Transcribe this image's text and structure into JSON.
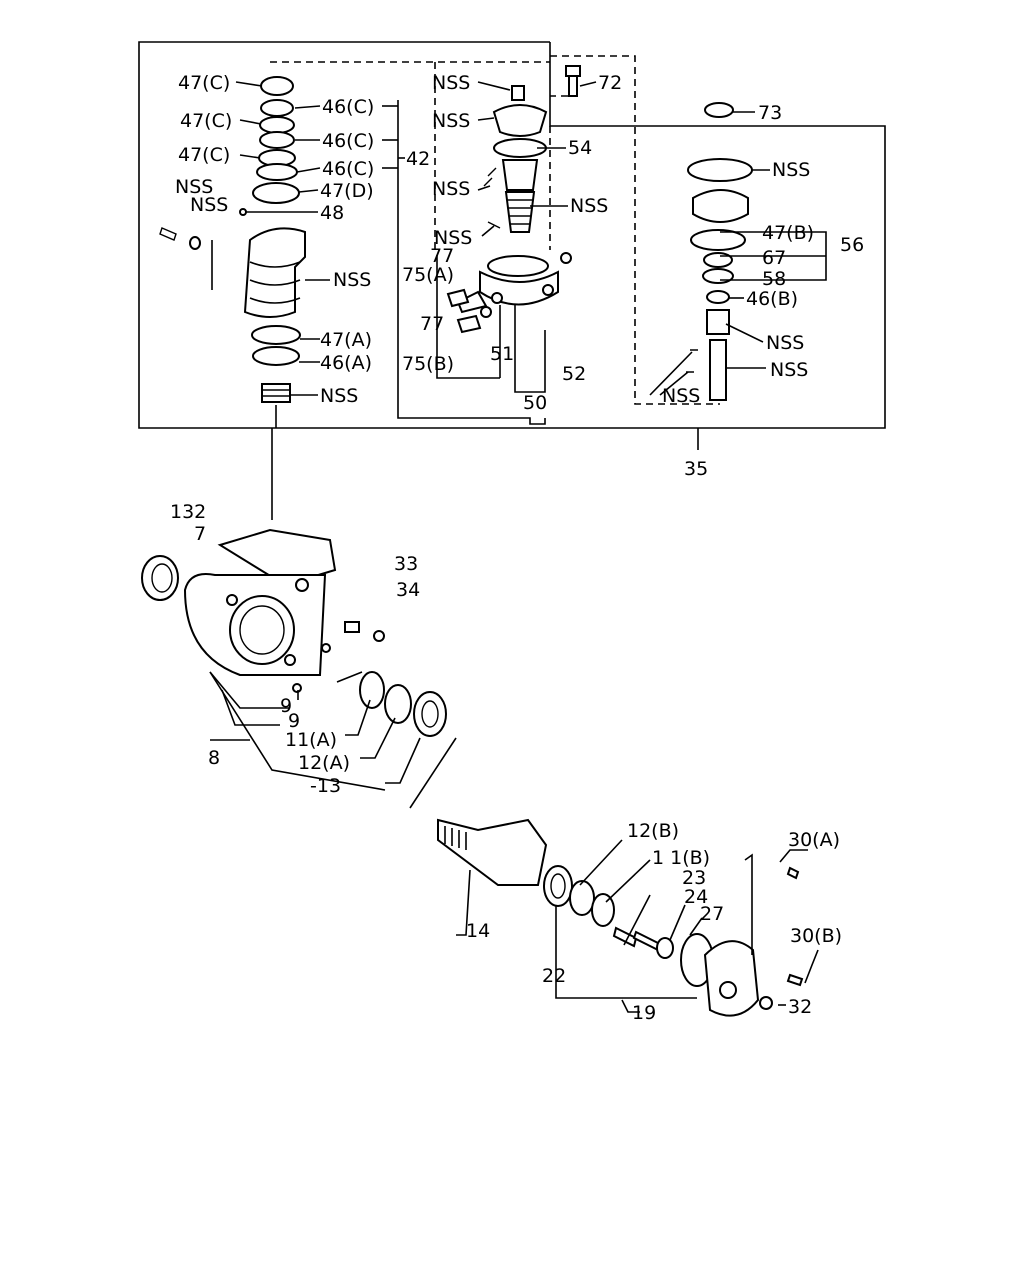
{
  "labels": {
    "l47c_1": "47(C)",
    "l47c_2": "47(C)",
    "l47c_3": "47(C)",
    "l46c_1": "46(C)",
    "l46c_2": "46(C)",
    "l46c_3": "46(C)",
    "l42": "42",
    "l47d": "47(D)",
    "l48": "48",
    "nss_left_1": "NSS",
    "nss_left_2": "NSS",
    "nss_body": "NSS",
    "l47a": "47(A)",
    "l46a": "46(A)",
    "nss_spring": "NSS",
    "nss_c1": "NSS",
    "nss_c2": "NSS",
    "nss_c3": "NSS",
    "nss_c4": "NSS",
    "nss_c5": "NSS",
    "l72": "72",
    "l54": "54",
    "l77_1": "77",
    "l75a": "75(A)",
    "l77_2": "77",
    "l75b": "75(B)",
    "l51": "51",
    "l52": "52",
    "l50": "50",
    "l73": "73",
    "nss_r1": "NSS",
    "l47b": "47(B)",
    "l67": "67",
    "l58": "58",
    "l56": "56",
    "l46b": "46(B)",
    "nss_r2": "NSS",
    "nss_r3": "NSS",
    "nss_r4": "NSS",
    "l35": "35",
    "l132": "132",
    "l7": "7",
    "l33": "33",
    "l34": "34",
    "l9_1": "9",
    "l9_2": "9",
    "l8": "8",
    "l11a": "11(A)",
    "l12a": "12(A)",
    "l13": "-13",
    "l14": "14",
    "l12b": "12(B)",
    "l11b": "1 1(B)",
    "l23": "23",
    "l24": "24",
    "l27": "27",
    "l30a": "30(A)",
    "l30b": "30(B)",
    "l32": "32",
    "l22": "22",
    "l19": "19"
  }
}
